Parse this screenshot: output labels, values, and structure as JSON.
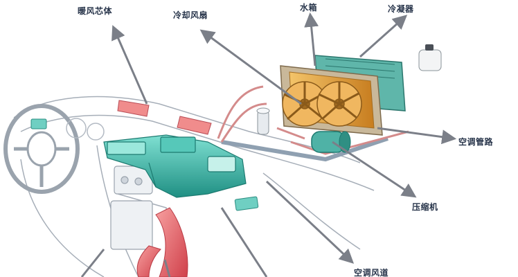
{
  "labels": {
    "heater_core": "暖风芯体",
    "cooling_fan": "冷却风扇",
    "radiator": "水箱",
    "condenser": "冷凝器",
    "ac_pipe": "空调管路",
    "compressor": "压缩机",
    "ac_duct": "空调风道"
  },
  "colors": {
    "arrow": "#7b7f88",
    "hvac_unit": "#3fb7a8",
    "radiator_fins": "#e3a23a",
    "radiator_frame": "#b9a98c",
    "condenser_frame": "#3d8f86",
    "fan_blade": "#d99a3b",
    "pipe": "#d48b8b",
    "duct_red": "#e05a5a",
    "dashboard_line": "#9aa3ad"
  }
}
